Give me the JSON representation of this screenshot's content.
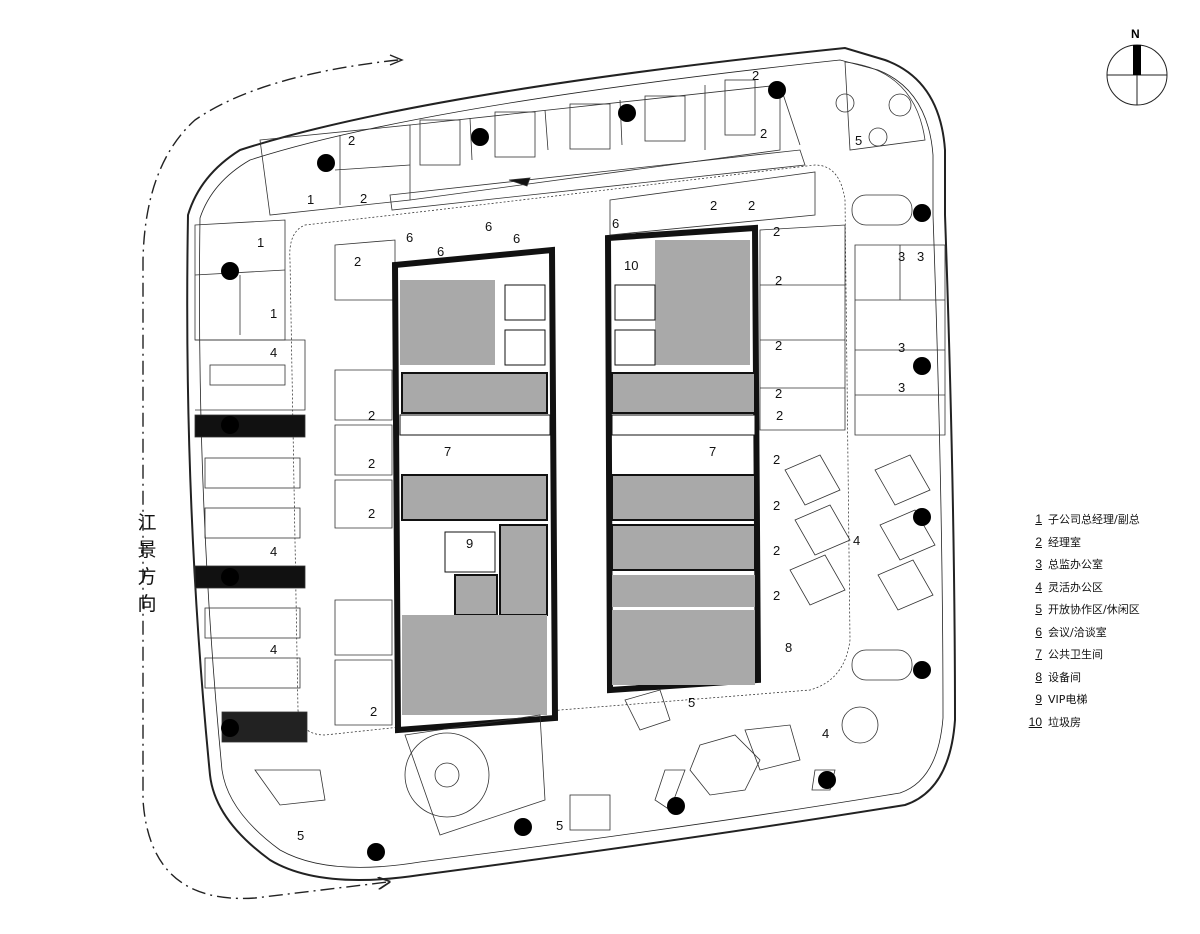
{
  "compass": {
    "label": "N"
  },
  "river_label": [
    "江",
    "景",
    "方",
    "向"
  ],
  "legend": [
    {
      "num": "1",
      "text": "子公司总经理/副总"
    },
    {
      "num": "2",
      "text": "经理室"
    },
    {
      "num": "3",
      "text": "总监办公室"
    },
    {
      "num": "4",
      "text": "灵活办公区"
    },
    {
      "num": "5",
      "text": "开放协作区/休闲区"
    },
    {
      "num": "6",
      "text": "会议/洽谈室"
    },
    {
      "num": "7",
      "text": "公共卫生间"
    },
    {
      "num": "8",
      "text": "设备间"
    },
    {
      "num": "9",
      "text": "VIP电梯"
    },
    {
      "num": "10",
      "text": "垃圾房"
    }
  ],
  "room_labels": [
    "1",
    "1",
    "1",
    "2",
    "2",
    "2",
    "2",
    "2",
    "2",
    "2",
    "2",
    "2",
    "2",
    "2",
    "2",
    "2",
    "2",
    "2",
    "2",
    "2",
    "2",
    "2",
    "2",
    "3",
    "3",
    "3",
    "3",
    "4",
    "4",
    "4",
    "4",
    "4",
    "5",
    "5",
    "5",
    "5",
    "6",
    "6",
    "6",
    "6",
    "6",
    "7",
    "7",
    "8",
    "9",
    "10"
  ],
  "colors": {
    "line": "#222222",
    "core": "#a9a9a9",
    "column": "#000000"
  }
}
